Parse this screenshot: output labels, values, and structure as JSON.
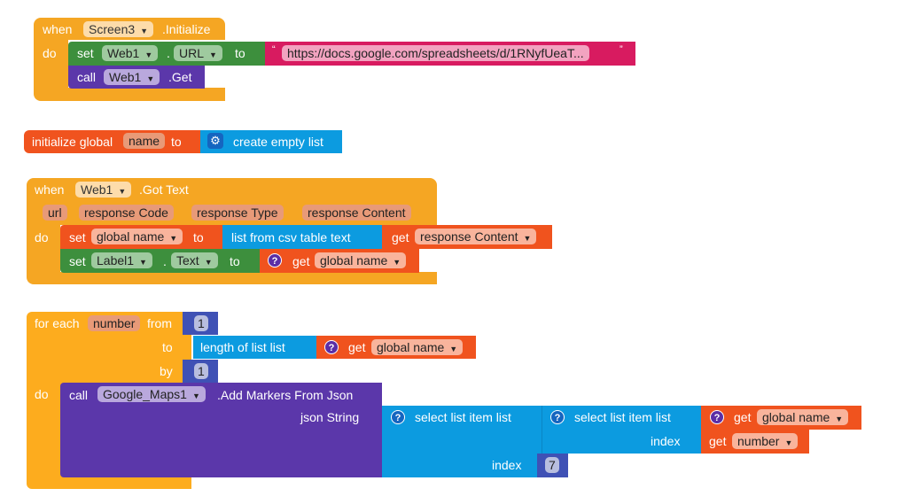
{
  "block1": {
    "when": "when",
    "component": "Screen3",
    "event": ".Initialize",
    "do": "do",
    "set": "set",
    "set_component": "Web1",
    "dot": ".",
    "property": "URL",
    "to": "to",
    "quote_open": "“",
    "url_text": "https://docs.google.com/spreadsheets/d/1RNyfUeaT...",
    "quote_close": "”",
    "call": "call",
    "call_component": "Web1",
    "method": ".Get"
  },
  "block2": {
    "initialize": "initialize global",
    "name": "name",
    "to": "to",
    "create": "create empty list"
  },
  "block3": {
    "when": "when",
    "component": "Web1",
    "event": ".Got Text",
    "params": [
      "url",
      "response Code",
      "response Type",
      "response Content"
    ],
    "do": "do",
    "set": "set",
    "var": "global name",
    "to": "to",
    "csv": "list from csv table  text",
    "get": "get",
    "get_var": "response Content",
    "set2": "set",
    "comp2": "Label1",
    "dot": ".",
    "prop2": "Text",
    "to2": "to",
    "get2": "get",
    "get2_var": "global name"
  },
  "block4": {
    "for_each": "for each",
    "var": "number",
    "from": "from",
    "from_val": "1",
    "to": "to",
    "length": "length of list  list",
    "get": "get",
    "get_var": "global name",
    "by": "by",
    "by_val": "1",
    "do": "do",
    "call": "call",
    "component": "Google_Maps1",
    "method": ".Add Markers From Json",
    "json": "json String",
    "select1": "select list item  list",
    "select2": "select list item  list",
    "get_a": "get",
    "get_a_var": "global name",
    "index_inner": "index",
    "get_b": "get",
    "get_b_var": "number",
    "index_outer": "index",
    "index_val": "7"
  },
  "colors": {
    "event": "#f5a623",
    "setter": "#3d8f3d",
    "component": "#5b37aa",
    "text": "#d81b60",
    "variable": "#f0531e",
    "list": "#0c9be0",
    "math": "#3f51b5"
  }
}
